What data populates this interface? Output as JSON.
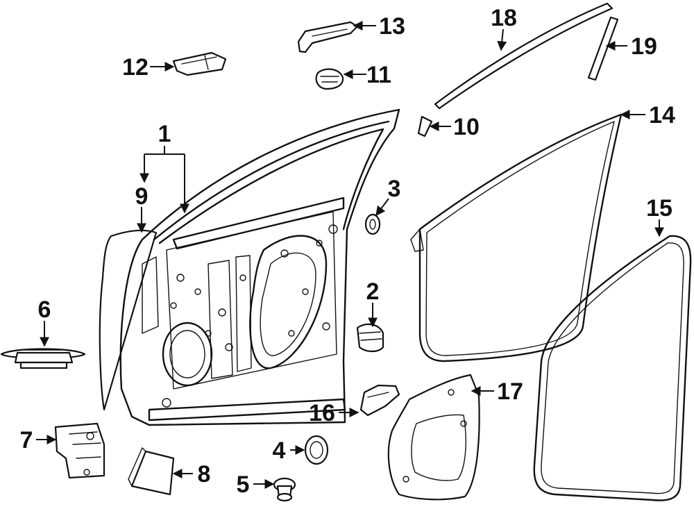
{
  "callouts": [
    {
      "id": "1",
      "label": "1"
    },
    {
      "id": "2",
      "label": "2"
    },
    {
      "id": "3",
      "label": "3"
    },
    {
      "id": "4",
      "label": "4"
    },
    {
      "id": "5",
      "label": "5"
    },
    {
      "id": "6",
      "label": "6"
    },
    {
      "id": "7",
      "label": "7"
    },
    {
      "id": "8",
      "label": "8"
    },
    {
      "id": "9",
      "label": "9"
    },
    {
      "id": "10",
      "label": "10"
    },
    {
      "id": "11",
      "label": "11"
    },
    {
      "id": "12",
      "label": "12"
    },
    {
      "id": "13",
      "label": "13"
    },
    {
      "id": "14",
      "label": "14"
    },
    {
      "id": "15",
      "label": "15"
    },
    {
      "id": "16",
      "label": "16"
    },
    {
      "id": "17",
      "label": "17"
    },
    {
      "id": "18",
      "label": "18"
    },
    {
      "id": "19",
      "label": "19"
    }
  ],
  "colors": {
    "ink": "#111111",
    "background": "#ffffff",
    "part_shade": "#e9e9e9"
  }
}
